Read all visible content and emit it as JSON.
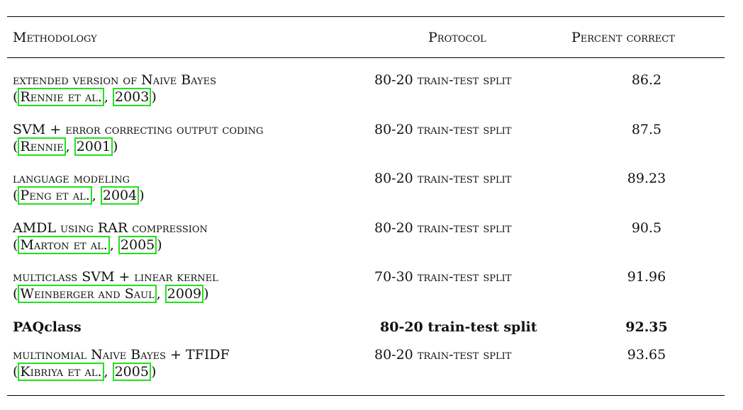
{
  "table": {
    "headers": {
      "methodology": "Methodology",
      "protocol": "Protocol",
      "percent": "Percent correct"
    },
    "rows": [
      {
        "method": "extended version of Naive Bayes",
        "cite_author": "Rennie et al.",
        "cite_year": "2003",
        "protocol": "80-20 train-test split",
        "percent": "86.2"
      },
      {
        "method": "SVM + error correcting output coding",
        "cite_author": "Rennie",
        "cite_year": "2001",
        "protocol": "80-20 train-test split",
        "percent": "87.5"
      },
      {
        "method": "language modeling",
        "cite_author": "Peng et al.",
        "cite_year": "2004",
        "protocol": "80-20 train-test split",
        "percent": "89.23"
      },
      {
        "method": "AMDL using RAR compression",
        "cite_author": "Marton et al.",
        "cite_year": "2005",
        "protocol": "80-20 train-test split",
        "percent": "90.5"
      },
      {
        "method": "multiclass SVM + linear kernel",
        "cite_author": "Weinberger and Saul",
        "cite_year": "2009",
        "protocol": "70-30 train-test split",
        "percent": "91.96"
      },
      {
        "method": "PAQclass",
        "protocol": "80-20 train-test split",
        "percent": "92.35",
        "bold": true
      },
      {
        "method": "multinomial Naive Bayes + TFIDF",
        "cite_author": "Kibriya et al.",
        "cite_year": "2005",
        "protocol": "80-20 train-test split",
        "percent": "93.65"
      }
    ]
  }
}
